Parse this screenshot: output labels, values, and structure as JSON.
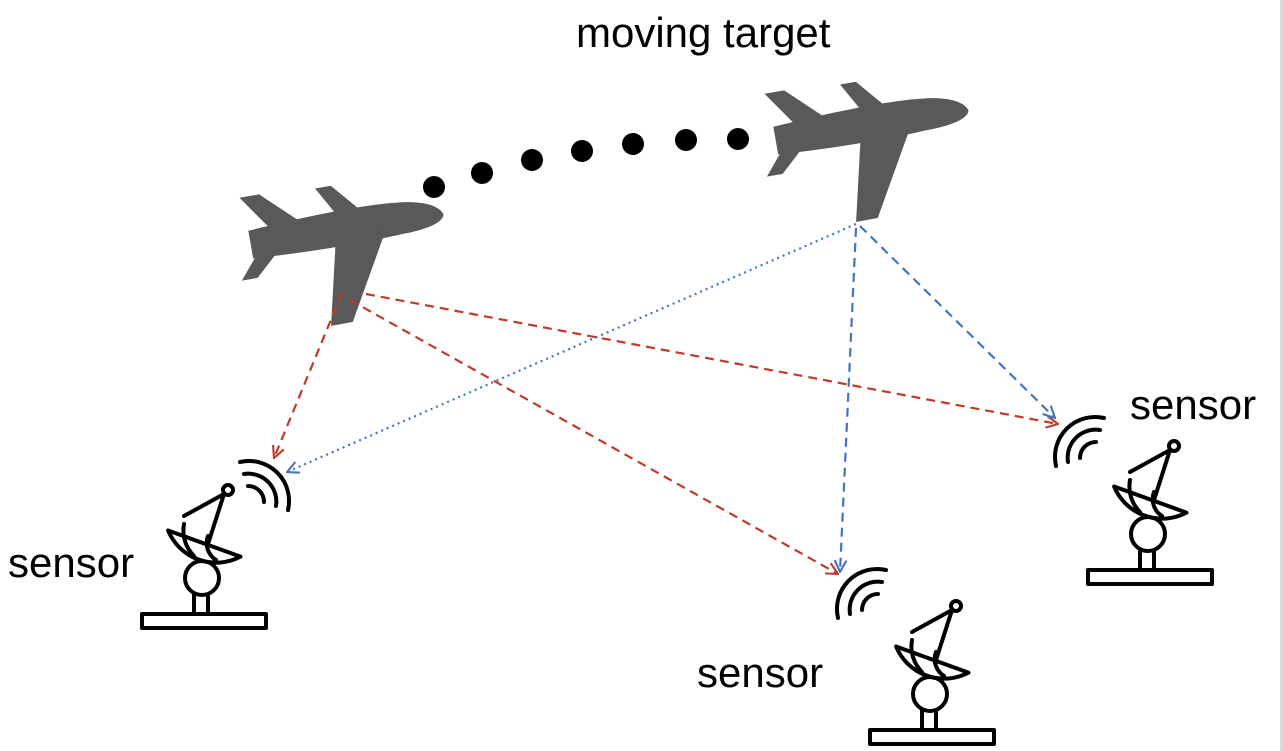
{
  "labels": {
    "target": "moving target",
    "sensor_left": "sensor",
    "sensor_right": "sensor",
    "sensor_bottom": "sensor"
  },
  "colors": {
    "aircraft": "#595959",
    "red_path": "#c0392b",
    "blue_path": "#4472c4",
    "outline": "#000000"
  },
  "icons": [
    "airplane-icon",
    "radar-dish-icon",
    "signal-waves-icon"
  ]
}
